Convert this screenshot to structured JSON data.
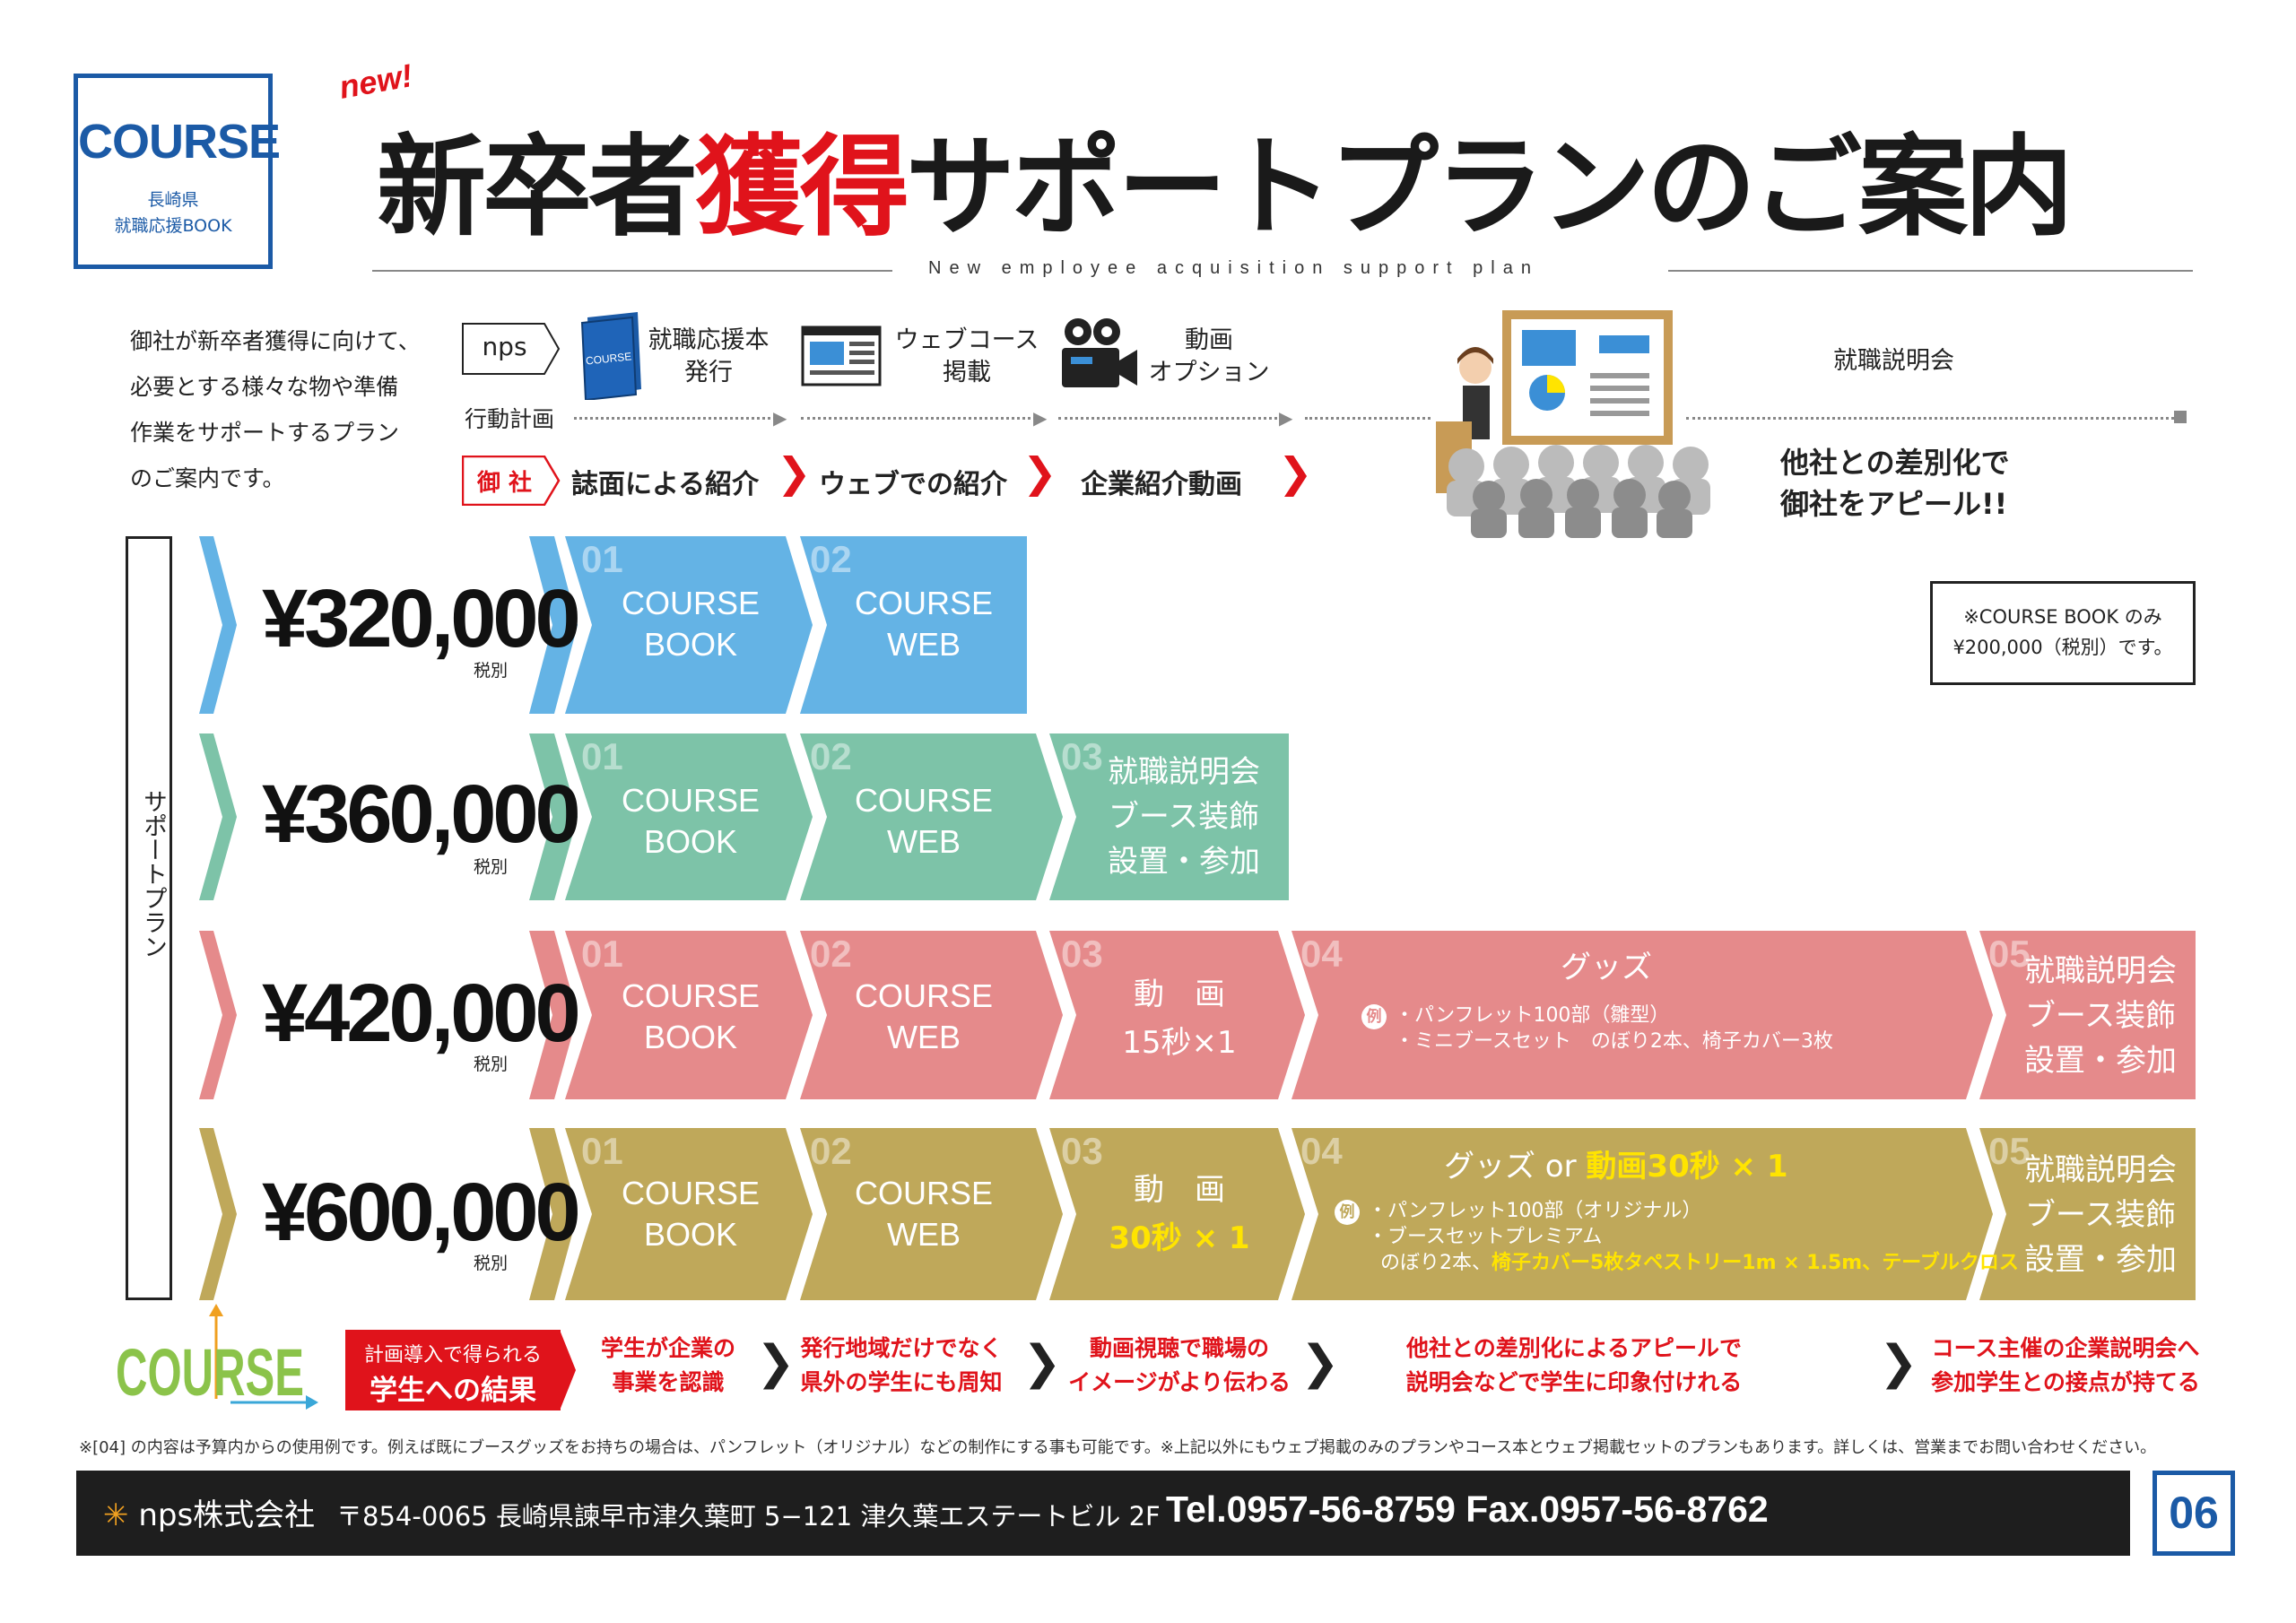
{
  "logo": {
    "title": "COURSE",
    "line1": "長崎県",
    "line2": "就職応援BOOK"
  },
  "header": {
    "new_tag": "new!",
    "title_pre": "新卒者",
    "title_red": "獲得",
    "title_post": "サポートプランのご案内",
    "subtitle": "New employee acquisition support plan"
  },
  "intro": {
    "lines": [
      "御社が新卒者獲得に向けて、",
      "必要とする様々な物や準備",
      "作業をサポートするプラン",
      "のご案内です。"
    ]
  },
  "process": {
    "nps_label": "nps",
    "action_plan_label": "行動計画",
    "items": [
      {
        "icon": "book-icon",
        "book_cover_text": "COURSE",
        "line1": "就職応援本",
        "line2": "発行"
      },
      {
        "icon": "web-icon",
        "line1": "ウェブコース",
        "line2": "掲載"
      },
      {
        "icon": "video-camera-icon",
        "line1": "動画",
        "line2": "オプション"
      }
    ],
    "event_label": "就職説明会",
    "company_label": "御 社",
    "company_steps": [
      "誌面による紹介",
      "ウェブでの紹介",
      "企業紹介動画"
    ],
    "appeal_line1": "他社との差別化で",
    "appeal_line2": "御社をアピール!!"
  },
  "side_label": "サポートプラン",
  "note": {
    "line1": "※COURSE BOOK のみ",
    "line2": "¥200,000（税別）です。"
  },
  "plans": [
    {
      "price": "¥320,000",
      "tax": "税別",
      "color": "#64b3e5",
      "steps": [
        {
          "num": "01",
          "lines": [
            "COURSE",
            "BOOK"
          ]
        },
        {
          "num": "02",
          "lines": [
            "COURSE",
            "WEB"
          ]
        }
      ]
    },
    {
      "price": "¥360,000",
      "tax": "税別",
      "color": "#7dc3a8",
      "steps": [
        {
          "num": "01",
          "lines": [
            "COURSE",
            "BOOK"
          ]
        },
        {
          "num": "02",
          "lines": [
            "COURSE",
            "WEB"
          ]
        },
        {
          "num": "03",
          "lines": [
            "就職説明会",
            "ブース装飾",
            "設置・参加"
          ]
        }
      ]
    },
    {
      "price": "¥420,000",
      "tax": "税別",
      "color": "#e58a8b",
      "steps": [
        {
          "num": "01",
          "lines": [
            "COURSE",
            "BOOK"
          ]
        },
        {
          "num": "02",
          "lines": [
            "COURSE",
            "WEB"
          ]
        },
        {
          "num": "03",
          "lines": [
            "動　画",
            "15秒×1"
          ]
        },
        {
          "num": "04",
          "title": "グッズ",
          "example_mark": "例",
          "details": [
            "・パンフレット100部（雛型）",
            "・ミニブースセット　のぼり2本、椅子カバー3枚"
          ]
        },
        {
          "num": "05",
          "lines": [
            "就職説明会",
            "ブース装飾",
            "設置・参加"
          ]
        }
      ]
    },
    {
      "price": "¥600,000",
      "tax": "税別",
      "color": "#bfa85a",
      "steps": [
        {
          "num": "01",
          "lines": [
            "COURSE",
            "BOOK"
          ]
        },
        {
          "num": "02",
          "lines": [
            "COURSE",
            "WEB"
          ]
        },
        {
          "num": "03",
          "lines": [
            "動　画",
            "30秒 × 1"
          ]
        },
        {
          "num": "04",
          "title_pre": "グッズ or ",
          "title_hl": "動画30秒 × 1",
          "example_mark": "例",
          "details": [
            "・パンフレット100部（オリジナル）",
            "・ブースセットプレミアム"
          ],
          "detail_last_pre": "のぼり2本、",
          "detail_last_hl": "椅子カバー5枚タペストリー1m × 1.5m、テーブルクロス"
        },
        {
          "num": "05",
          "lines": [
            "就職説明会",
            "ブース装飾",
            "設置・参加"
          ]
        }
      ]
    }
  ],
  "results": {
    "logo_text": "COURSE",
    "tag_line1": "計画導入で得られる",
    "tag_line2": "学生への結果",
    "items": [
      [
        "学生が企業の",
        "事業を認識"
      ],
      [
        "発行地域だけでなく",
        "県外の学生にも周知"
      ],
      [
        "動画視聴で職場の",
        "イメージがより伝わる"
      ],
      [
        "他社との差別化によるアピールで",
        "説明会などで学生に印象付けれる"
      ],
      [
        "コース主催の企業説明会へ",
        "参加学生との接点が持てる"
      ]
    ]
  },
  "footnote": "※[04] の内容は予算内からの使用例です。例えば既にブースグッズをお持ちの場合は、パンフレット（オリジナル）などの制作にする事も可能です。※上記以外にもウェブ掲載のみのプランやコース本とウェブ掲載セットのプランもあります。詳しくは、営業までお問い合わせください。",
  "footer": {
    "company": "nps株式会社",
    "address": "〒854-0065 長崎県諫早市津久葉町 5−121 津久葉エステートビル 2F",
    "contact": "Tel.0957-56-8759  Fax.0957-56-8762",
    "page": "06"
  },
  "colors": {
    "red": "#e0131b",
    "blue": "#1b5aa6",
    "yellow": "#ffe400"
  }
}
